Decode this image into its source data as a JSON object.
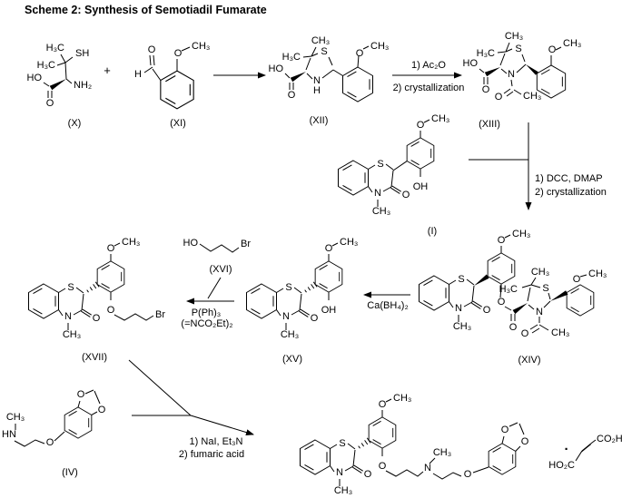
{
  "title": "Scheme 2: Synthesis of Semotiadil Fumarate",
  "operators": {
    "plus": "+"
  },
  "reactions": {
    "acetylation": {
      "step1": "1) Ac₂O",
      "step2": "2) crystallization"
    },
    "esterification": {
      "step1": "1) DCC, DMAP",
      "step2": "2) crystallization"
    },
    "reduction": {
      "reagent": "Ca(BH₄)₂"
    },
    "mitsunobu": {
      "reagent1": "P(Ph)₃",
      "reagent2": "(=NCO₂Et)₂"
    },
    "alkylation_salt": {
      "step1": "1) NaI, Et₃N",
      "step2": "2) fumaric acid"
    }
  },
  "compounds": {
    "x": {
      "label": "(X)",
      "atoms": {
        "h3c_a": "H₃C",
        "sh": "SH",
        "h3c_b": "H₃C",
        "ho": "HO",
        "nh2": "NH₂",
        "o": "O"
      }
    },
    "xi": {
      "label": "(XI)",
      "atoms": {
        "o_ald": "O",
        "h": "H",
        "o_ome": "O",
        "ch3_ome": "CH₃"
      }
    },
    "xii": {
      "label": "(XII)",
      "atoms": {
        "ch3_gem": "CH₃",
        "h3c_gem": "H₃C",
        "s": "S",
        "n": "N",
        "h_n": "H",
        "ho": "HO",
        "o_acid": "O",
        "o_ome": "O",
        "ch3_ome": "CH₃"
      }
    },
    "xiii": {
      "label": "(XIII)",
      "atoms": {
        "ch3_gem": "CH₃",
        "h3c_gem": "H₃C",
        "s": "S",
        "n": "N",
        "ho": "HO",
        "o_acid": "O",
        "o_acetyl": "O",
        "ch3_acetyl": "CH₃",
        "o_ome": "O",
        "ch3_ome": "CH₃"
      }
    },
    "i": {
      "label": "(I)",
      "atoms": {
        "s": "S",
        "n": "N",
        "ch3_n": "CH₃",
        "o_lactam": "O",
        "oh": "OH",
        "o_ome": "O",
        "ch3_ome": "CH₃"
      }
    },
    "xiv": {
      "label": "(XIV)",
      "atoms": {
        "s_ring": "S",
        "n_ring": "N",
        "ch3_n": "CH₃",
        "o_lactam": "O",
        "o_ome_a": "O",
        "ch3_ome_a": "CH₃",
        "o_ester": "O",
        "o_ester_co": "O",
        "h3c_gem": "H₃C",
        "ch3_gem": "CH₃",
        "s_tzd": "S",
        "n_tzd": "N",
        "o_acetyl": "O",
        "ch3_acetyl": "CH₃",
        "o_ome_b": "O",
        "ch3_ome_b": "CH₃"
      }
    },
    "xv": {
      "label": "(XV)",
      "atoms": {
        "s": "S",
        "n": "N",
        "ch3_n": "CH₃",
        "o_lactam": "O",
        "oh": "OH",
        "o_ome": "O",
        "ch3_ome": "CH₃"
      }
    },
    "xvi": {
      "label": "(XVI)",
      "atoms": {
        "ho": "HO",
        "br": "Br"
      }
    },
    "xvii": {
      "label": "(XVII)",
      "atoms": {
        "s": "S",
        "n": "N",
        "ch3_n": "CH₃",
        "o_lactam": "O",
        "o_ome": "O",
        "ch3_ome": "CH₃",
        "o_ether": "O",
        "br": "Br"
      }
    },
    "iv": {
      "label": "(IV)",
      "atoms": {
        "ch3": "CH₃",
        "hn": "HN",
        "o_ether": "O",
        "o_diox_a": "O",
        "o_diox_b": "O"
      }
    },
    "product": {
      "atoms": {
        "s": "S",
        "n": "N",
        "ch3_n": "CH₃",
        "o_lactam": "O",
        "o_ome": "O",
        "ch3_ome": "CH₃",
        "o_ether_a": "O",
        "n_amine": "N",
        "ch3_amine": "CH₃",
        "o_ether_b": "O",
        "o_diox_a": "O",
        "o_diox_b": "O"
      },
      "salt_dot": "·",
      "fumarate": {
        "ho2c": "HO₂C",
        "co2h": "CO₂H"
      }
    }
  }
}
